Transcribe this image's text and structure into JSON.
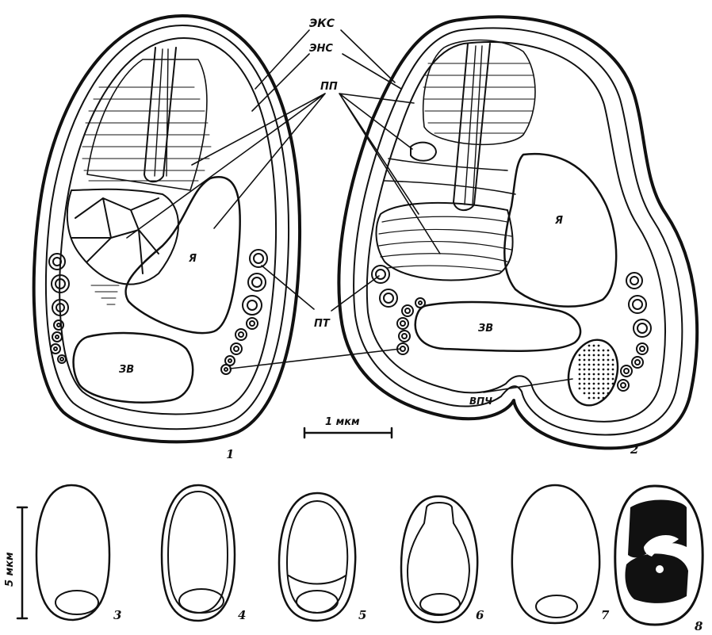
{
  "labels": {
    "eks": "ЭКС",
    "ens": "ЭНС",
    "pp": "ПП",
    "ya_1": "Я",
    "ya_2": "Я",
    "zv_1": "ЗВ",
    "zv_2": "ЗВ",
    "pt": "ПТ",
    "vpch": "ВПЧ"
  },
  "scale_bars": {
    "top": "1 мкм",
    "left": "5 мкм"
  },
  "figure_numbers": [
    "1",
    "2",
    "3",
    "4",
    "5",
    "6",
    "7",
    "8"
  ],
  "colors": {
    "ink": "#111111",
    "paper": "#ffffff"
  }
}
